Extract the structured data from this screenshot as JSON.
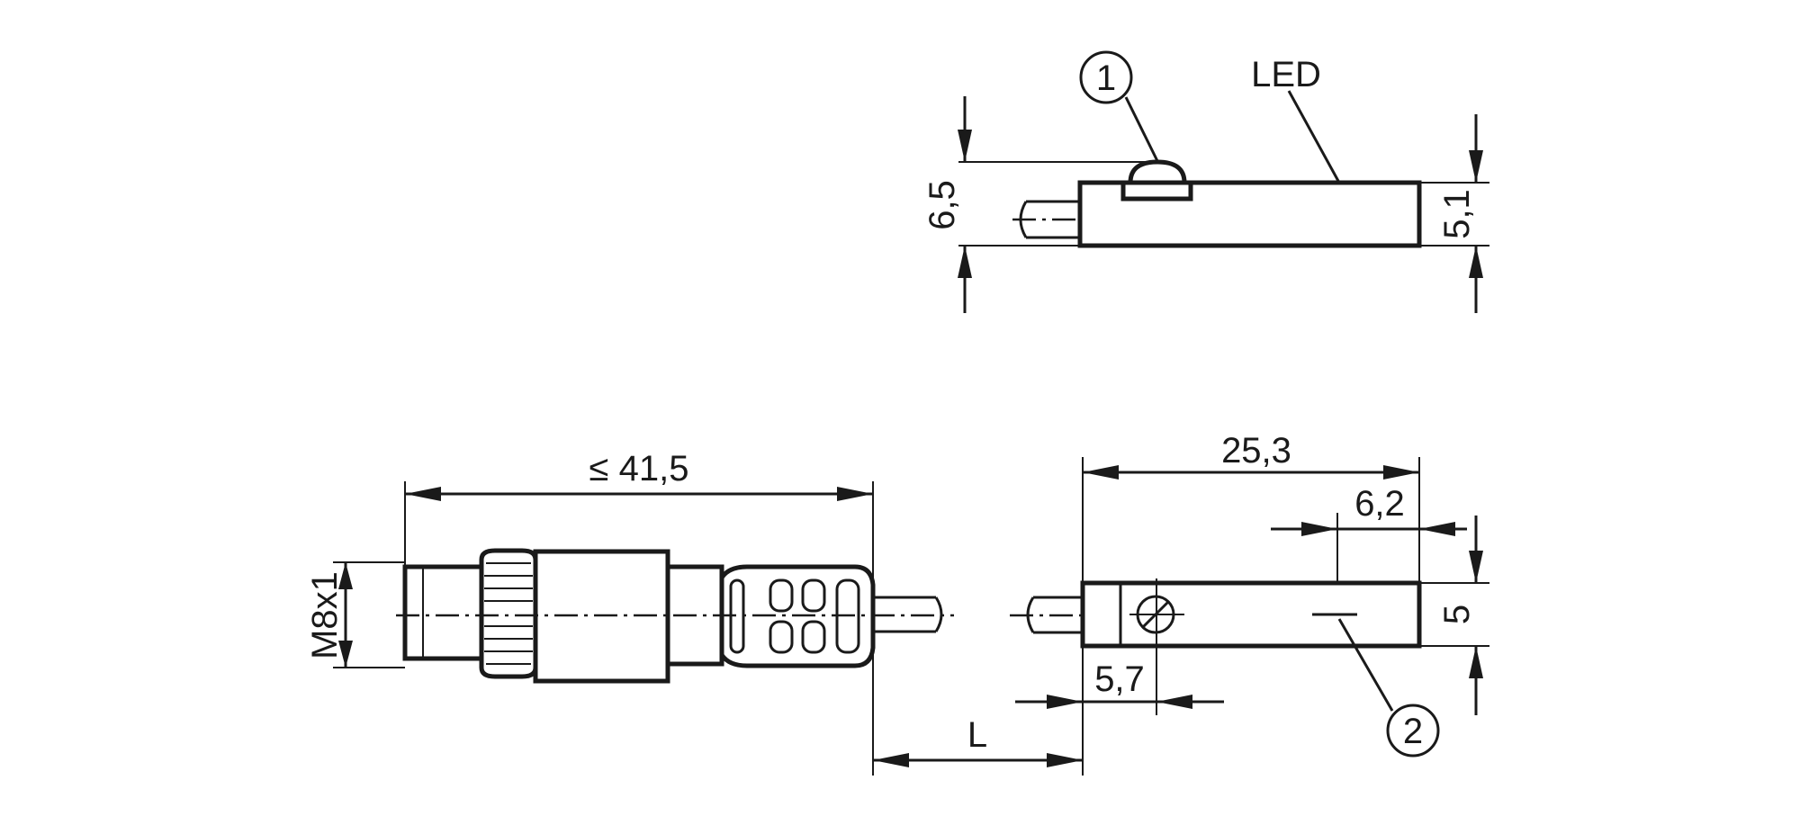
{
  "diagram": {
    "callout_1": "1",
    "callout_2": "2",
    "led_label": "LED",
    "dimensions": {
      "side_height_total": "6,5",
      "side_height_body": "5,1",
      "plug_length": "≤ 41,5",
      "plug_thread": "M8x1",
      "cable_length": "L",
      "body_length": "25,3",
      "sensing_offset": "6,2",
      "body_height": "5",
      "screw_offset": "5,7"
    }
  }
}
